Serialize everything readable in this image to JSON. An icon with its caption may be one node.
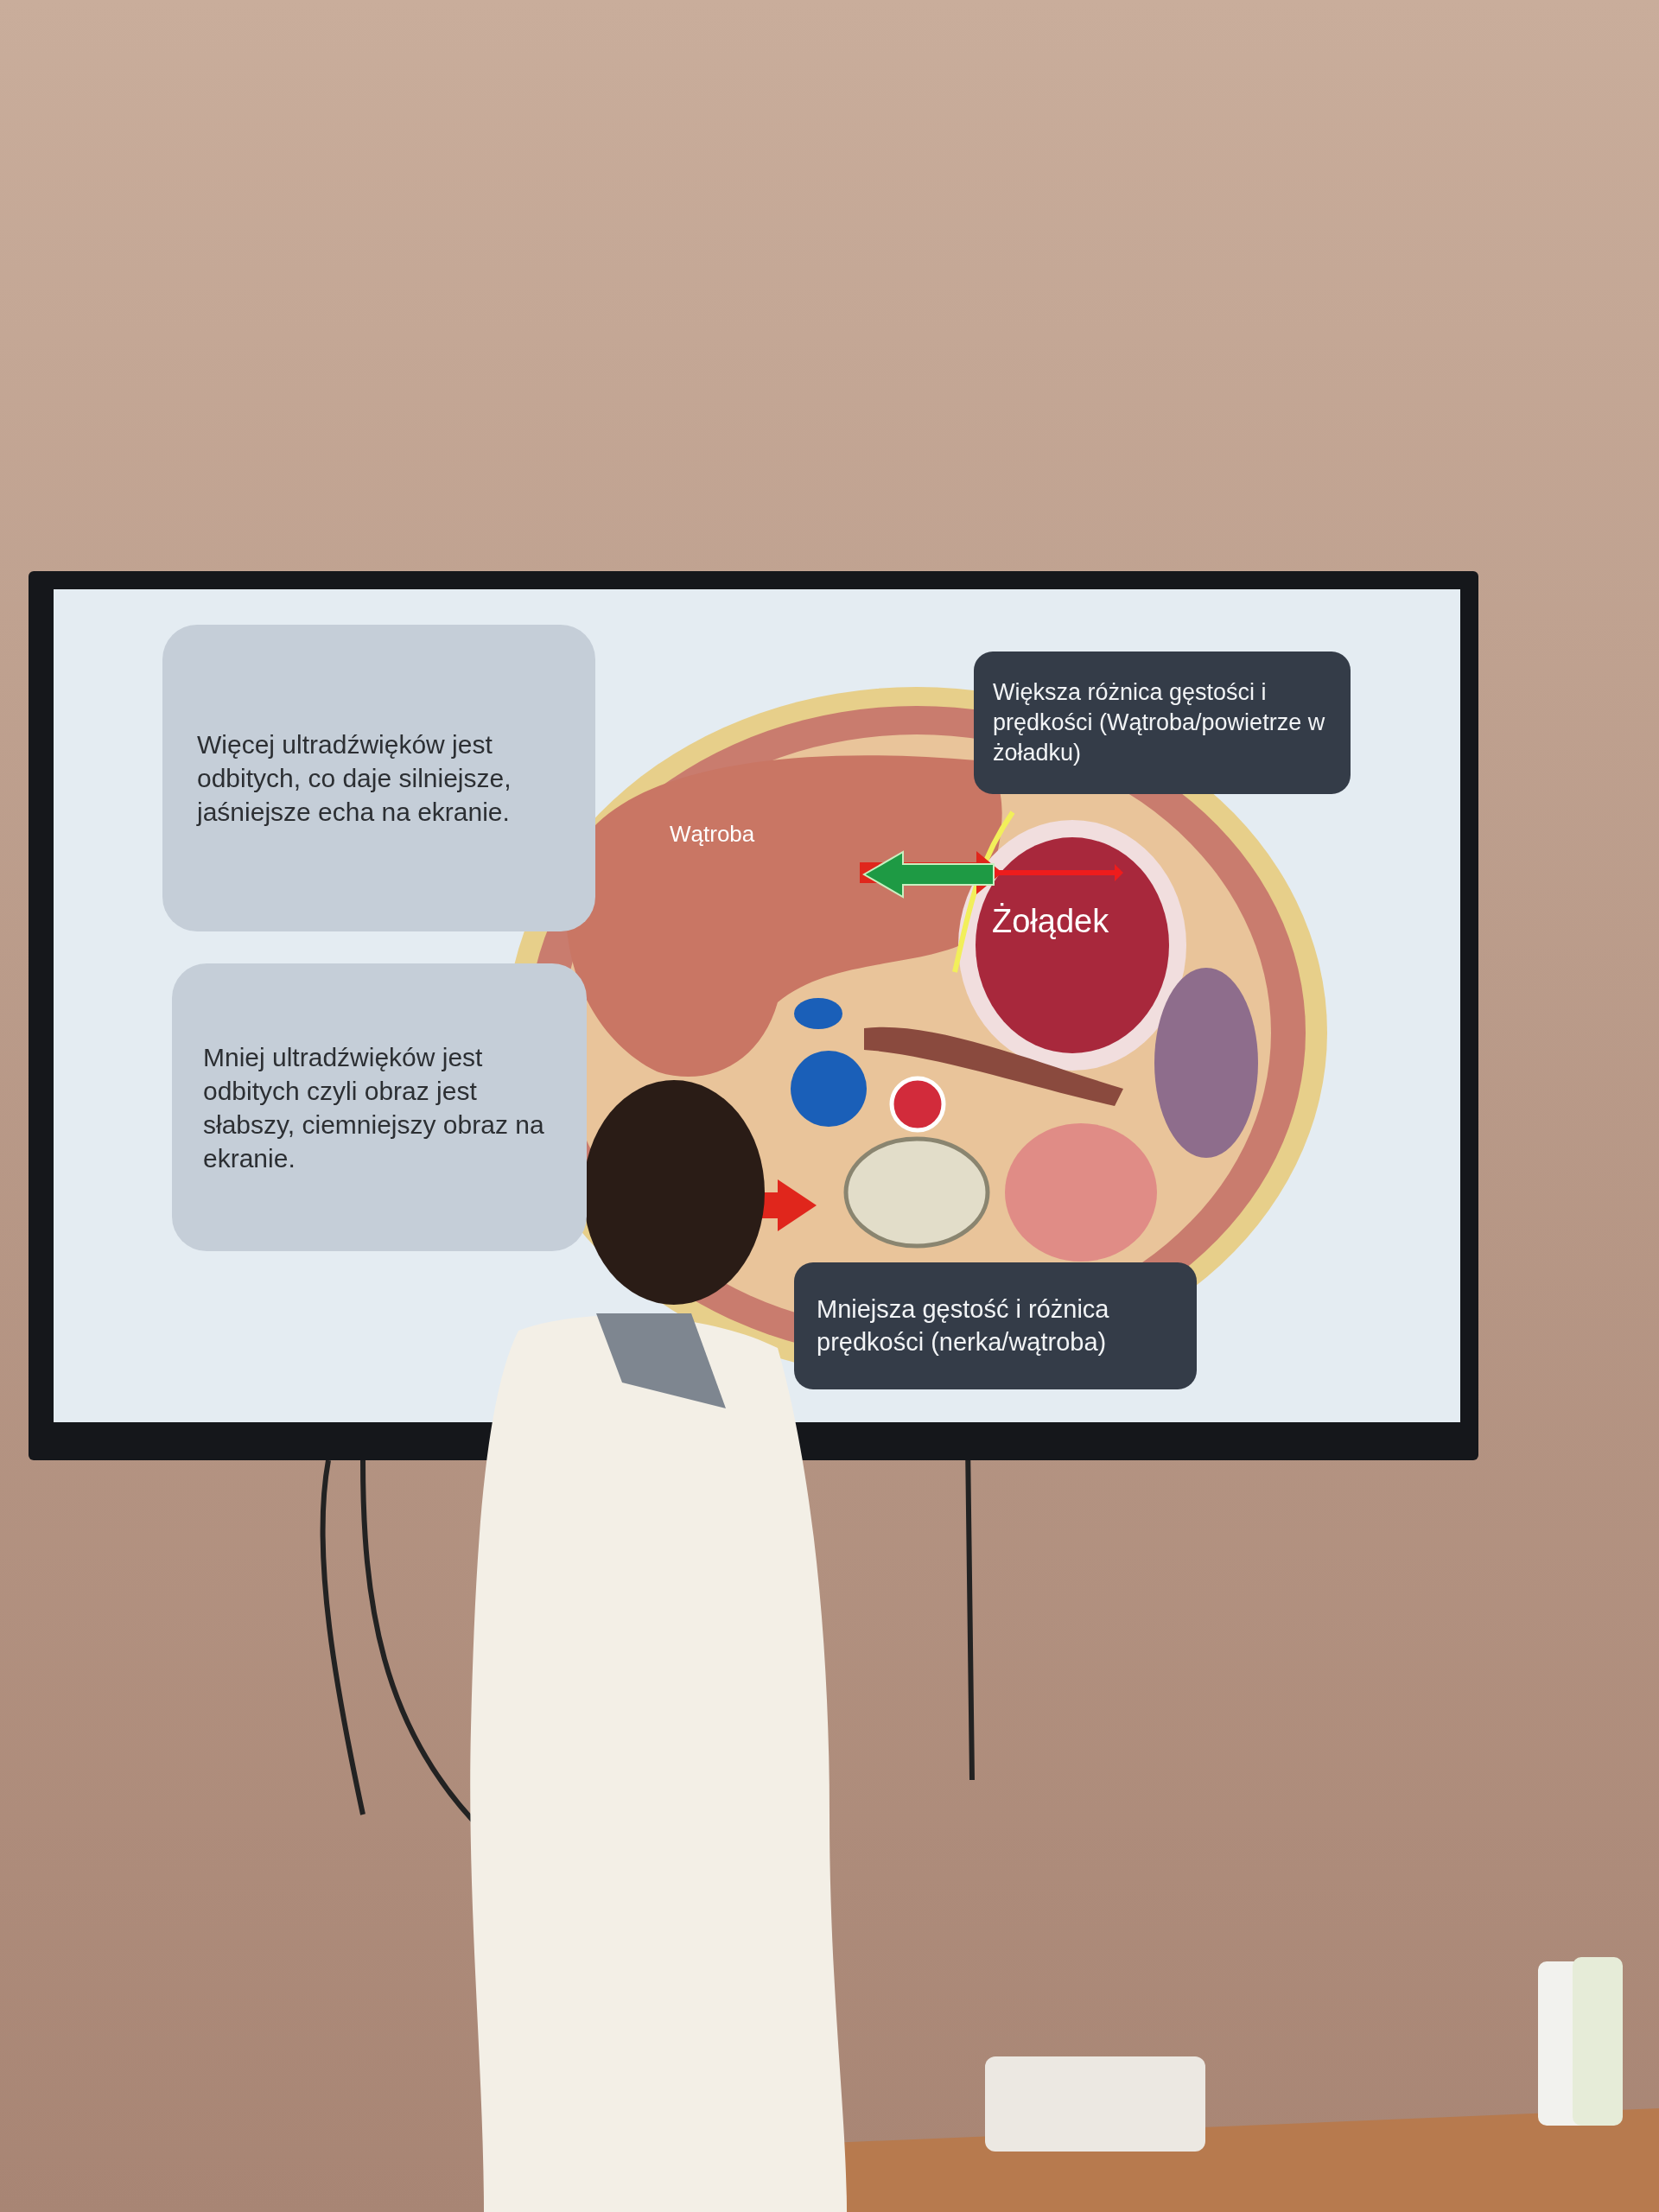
{
  "diagram": {
    "nodes": [
      {
        "text": [
          "Więcej ultradźwięków jest odbitych, co daje silniejsze, jaśniejsze echa na ekranie."
        ]
      },
      {
        "text": [
          "Mniej ultradźwięków jest odbitych czyli obraz jest słabszy, ciemniejszy obraz na ekranie."
        ]
      },
      {
        "text": [
          "Większa różnica gęstości i prędkości (Wątroba/powietrze w żoładku)"
        ]
      },
      {
        "text": [
          "Mniejsza gęstość i różnica prędkości (nerka/wątroba)"
        ]
      }
    ],
    "labels": [
      "Wątroba",
      "Żołądek"
    ]
  }
}
